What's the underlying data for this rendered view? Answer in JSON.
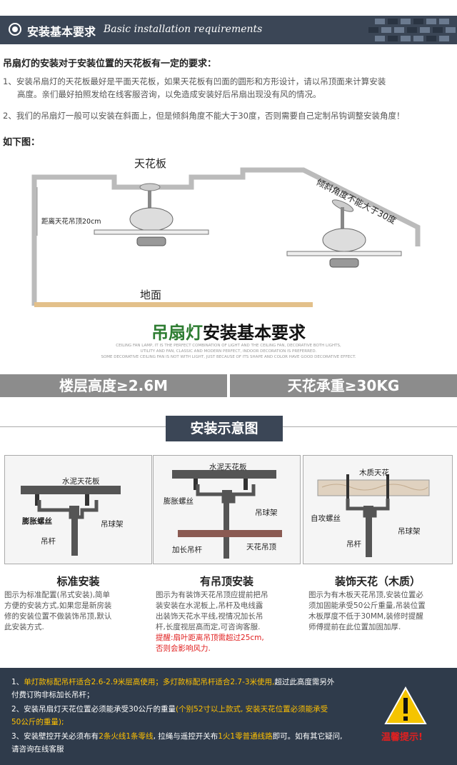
{
  "header": {
    "title_cn": "安装基本要求",
    "title_en": "Basic installation requirements"
  },
  "intro": {
    "heading": "吊扇灯的安装对于安装位置的天花板有一定的要求：",
    "item1": "1、安装吊扇灯的天花板最好是平面天花板，如果天花板有凹面的圆形和方形设计，请以吊顶面来计算安装",
    "item1b": "高度。亲们最好拍照发给在线客服咨询，以免造成安装好后吊扇出现没有风的情况。",
    "item2": "2、我们的吊扇灯一般可以安装在斜面上，但是倾斜角度不能大于30度，否则需要自己定制吊钩调整安装角度！",
    "below": "如下图："
  },
  "diagram": {
    "ceiling": "天花板",
    "slope": "倾斜角度不能大于30度",
    "distance": "距离天花吊顶20cm",
    "floor": "地面"
  },
  "banner": {
    "title_prefix": "吊扇灯",
    "title_suffix": "安装基本要求",
    "en1": "CEILING FAN LAMP, IT IS THE PERFECT COMBINATION OF LIGHT AND THE CEILING FAN, DECORATIVE BOTH LIGHTS,",
    "en2": "UTILITY AND FAN, CLASSIC AND MODERN PERFECT, INDOOR DECORATION IS PREFERRED.",
    "en3": "SOME DECORATIVE CEILING FAN IS NOT WITH LIGHT, JUST BECAUSE OF ITS SHAPE AND COLOR HAVE GOOD DECORATIVE EFFECT."
  },
  "requirements": {
    "floor_height": "楼层高度≥2.6M",
    "ceiling_load": "天花承重≥30KG"
  },
  "schematic": {
    "title": "安装示意图",
    "panel1": {
      "ceiling": "水泥天花板",
      "bolt": "膨胀螺丝",
      "bracket": "吊球架",
      "rod": "吊杆"
    },
    "panel2": {
      "ceiling": "水泥天花板",
      "bolt": "膨胀螺丝",
      "bracket": "吊球架",
      "rod": "加长吊杆",
      "drop": "天花吊顶"
    },
    "panel3": {
      "ceiling": "木质天花",
      "bolt": "自攻螺丝",
      "bracket": "吊球架",
      "rod": "吊杆"
    }
  },
  "captions": {
    "c1_title": "标准安装",
    "c1_text": [
      "图示为标准配置(吊式安装),简单",
      "方便的安装方式,如果您是新房装",
      "修的安装位置不做装饰吊顶,默认",
      "此安装方式."
    ],
    "c2_title": "有吊顶安装",
    "c2_text": [
      "图示为有装饰天花吊顶应提前把吊",
      "装安装在水泥板上,吊杆及电线露",
      "出装饰天花水平线,视情况加长吊",
      "杆,长度视层高而定,可咨询客服."
    ],
    "c2_warn": [
      "提醒:扇叶距离吊顶需超过25cm,",
      "否则会影响风力."
    ],
    "c3_title": "装饰天花（木质）",
    "c3_text": [
      "图示为有木板天花吊顶,安装位置必",
      "须加固能承受50公斤重量,吊装位置",
      "木板厚度不低于30MM,装修时提醒",
      "师傅提前在此位置加固加厚."
    ]
  },
  "notice": {
    "l1a": "1、",
    "l1b": "单灯款标配吊杆适合2.6-2.9米层高使用；多灯款标配吊杆适合2.7-3米使用,",
    "l1c": "超过此高度需另外",
    "l2": "付费订购非标加长吊杆；",
    "l3a": "2、安装吊扇灯天花位置必须能承受30公斤的重量",
    "l3b": "(个别52寸以上款式, 安装天花位置必须能承受",
    "l4": "50公斤的重量);",
    "l5a": "3、安装壁控开关必须布有",
    "l5b": "2条火线1条零线",
    "l5c": ", 拉绳与遥控开关布",
    "l5d": "1火1零普通线路",
    "l5e": "即可。如有其它疑问,",
    "l6": "请咨询在线客服",
    "warn_label": "温馨提示!"
  },
  "colors": {
    "header_bg": "#3b4656",
    "accent_green": "#2e7d32",
    "warn_red": "#e02020",
    "notice_yellow": "#ffc000"
  }
}
